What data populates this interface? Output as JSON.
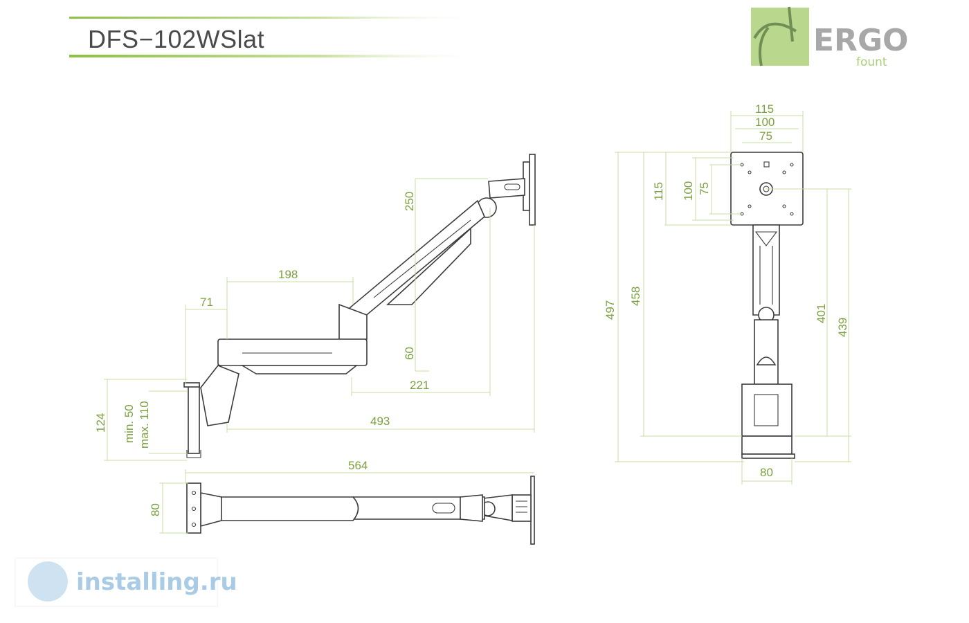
{
  "header": {
    "title": "DFS−102WSlat"
  },
  "logo": {
    "brand": "ERGO",
    "sub": "fount",
    "color": "#a9cf78"
  },
  "watermark": {
    "text": "installing.ru",
    "color": "#a9cbe6"
  },
  "colors": {
    "dimension": "#7ba03f",
    "dimension_line": "#c8dca0",
    "outline": "#3a3a3a",
    "header_rule": "#8dc040"
  },
  "dimensions": {
    "side_view": {
      "d250": "250",
      "d198": "198",
      "d71": "71",
      "d60": "60",
      "d221": "221",
      "d493": "493",
      "d124": "124",
      "min50": "min. 50",
      "max110": "max. 110"
    },
    "top_view": {
      "d564": "564",
      "d80": "80"
    },
    "front_view": {
      "w115": "115",
      "w100": "100",
      "w75": "75",
      "h115": "115",
      "h100": "100",
      "h75": "75",
      "h497": "497",
      "h458": "458",
      "h401": "401",
      "h439": "439",
      "w80": "80"
    }
  }
}
